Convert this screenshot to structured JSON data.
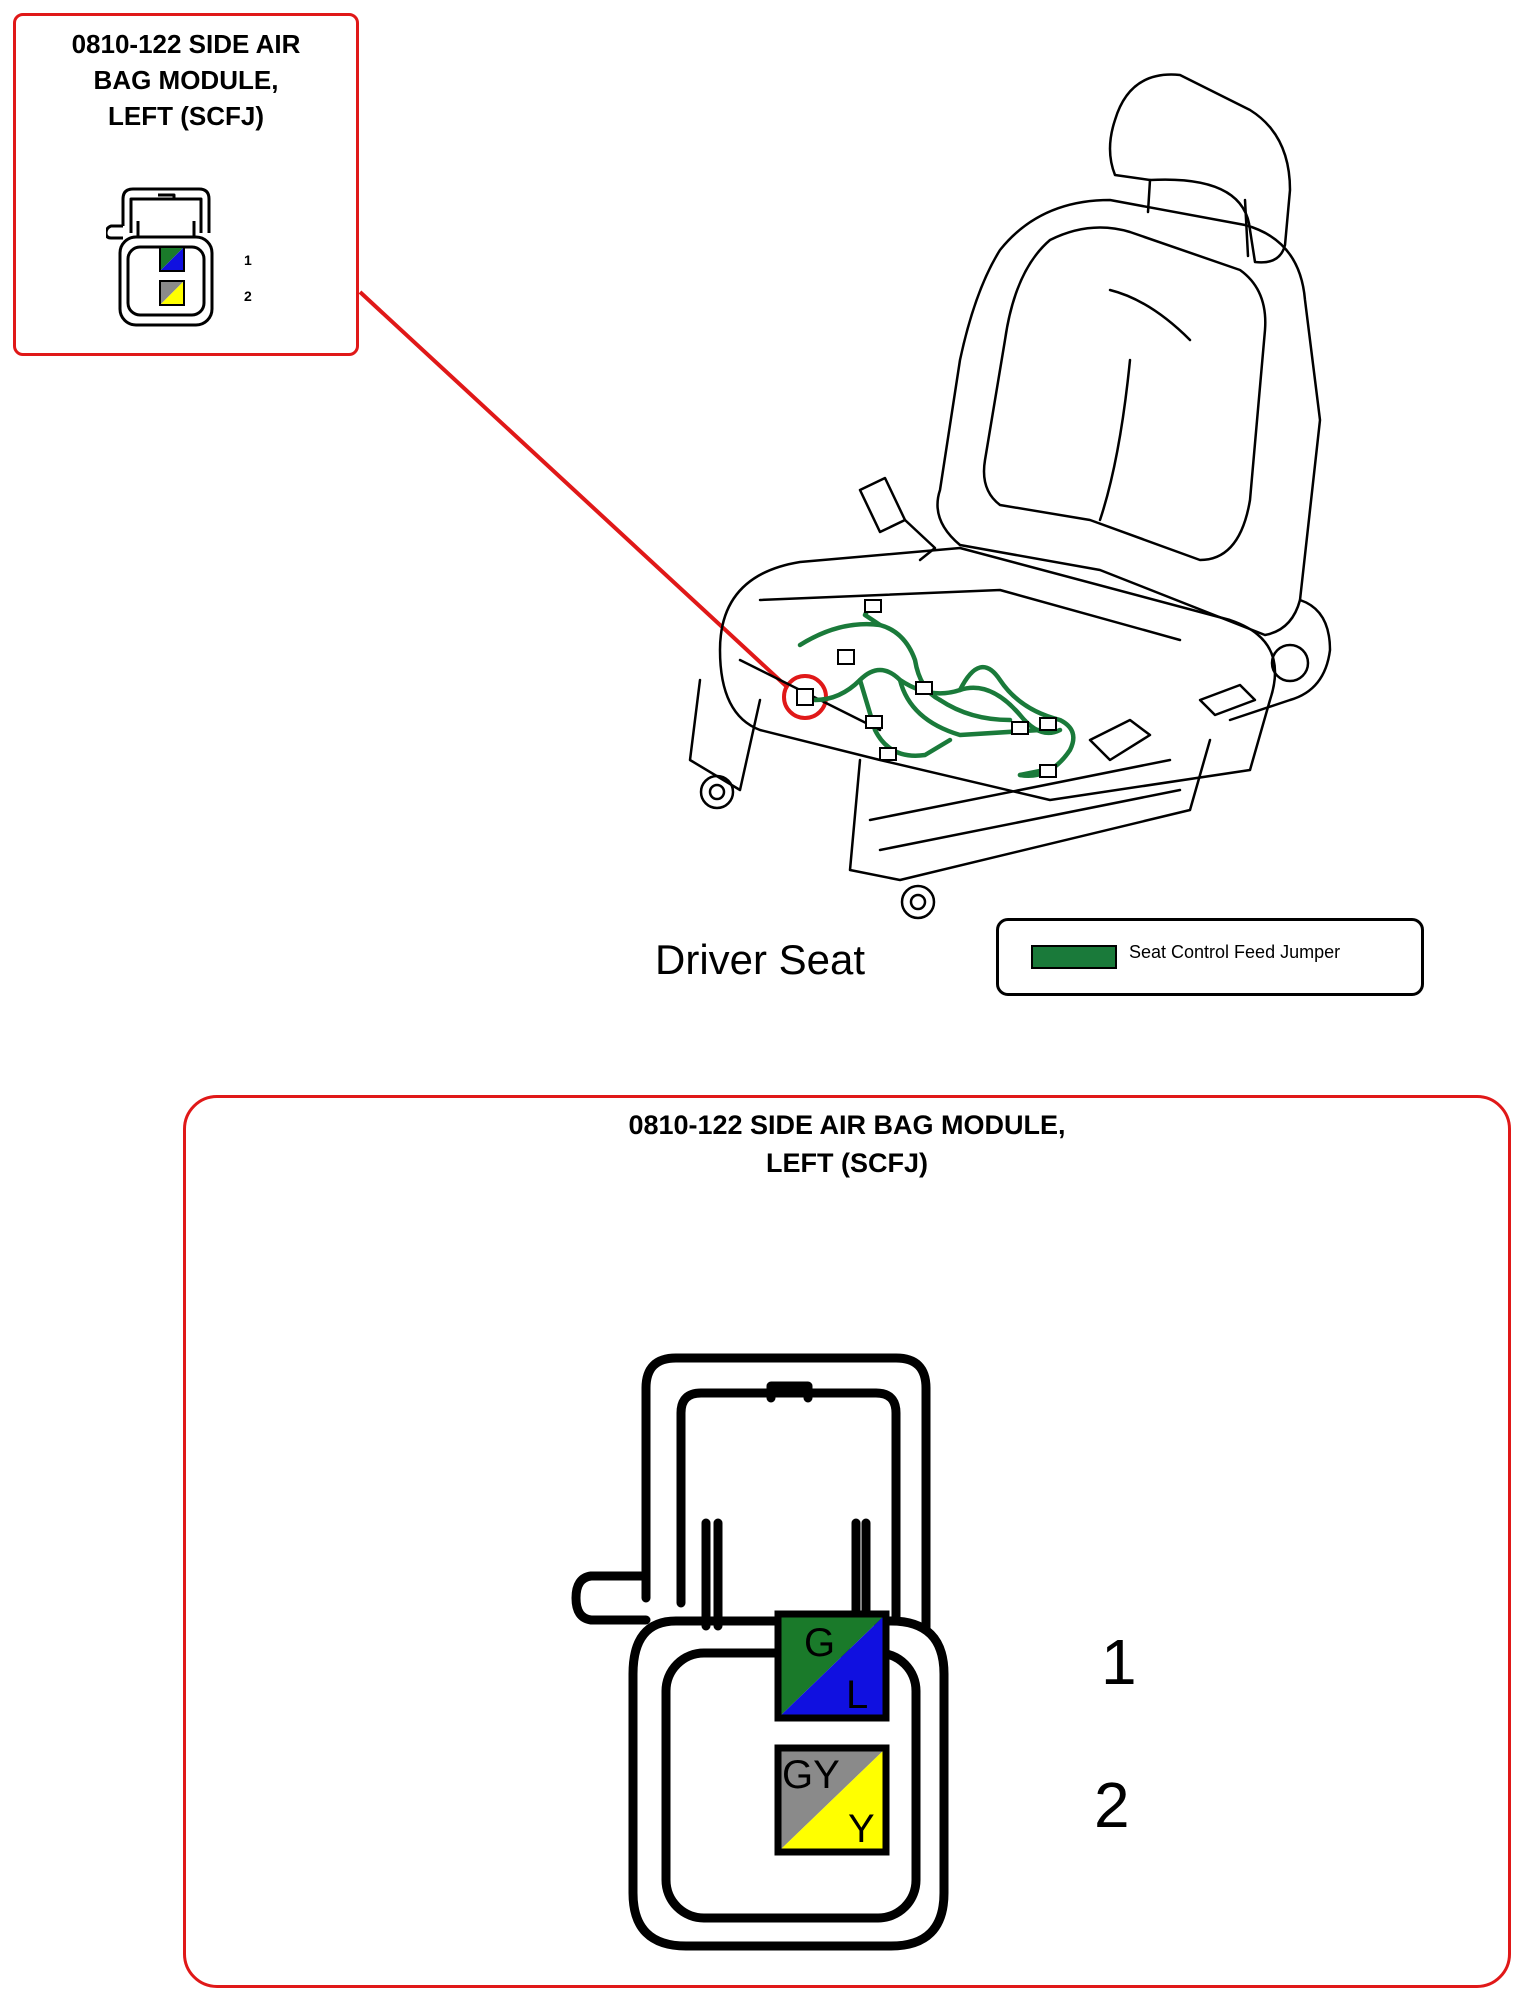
{
  "connector": {
    "title": "0810-122 SIDE AIR BAG MODULE,\nLEFT (SCFJ)",
    "title_small": "0810-122 SIDE AIR\nBAG MODULE,\nLEFT (SCFJ)",
    "pins": [
      {
        "number": "1",
        "color_a": "G",
        "color_b": "L",
        "hex_a": "#1a7a2a",
        "hex_b": "#1010e0"
      },
      {
        "number": "2",
        "color_a": "GY",
        "color_b": "Y",
        "hex_a": "#8a8a8a",
        "hex_b": "#ffff00"
      }
    ]
  },
  "seat": {
    "caption": "Driver Seat"
  },
  "legend": {
    "label": "Seat Control Feed Jumper",
    "color": "#1a7a3a"
  },
  "colors": {
    "callout": "#e01818",
    "harness": "#1a7a3a"
  }
}
